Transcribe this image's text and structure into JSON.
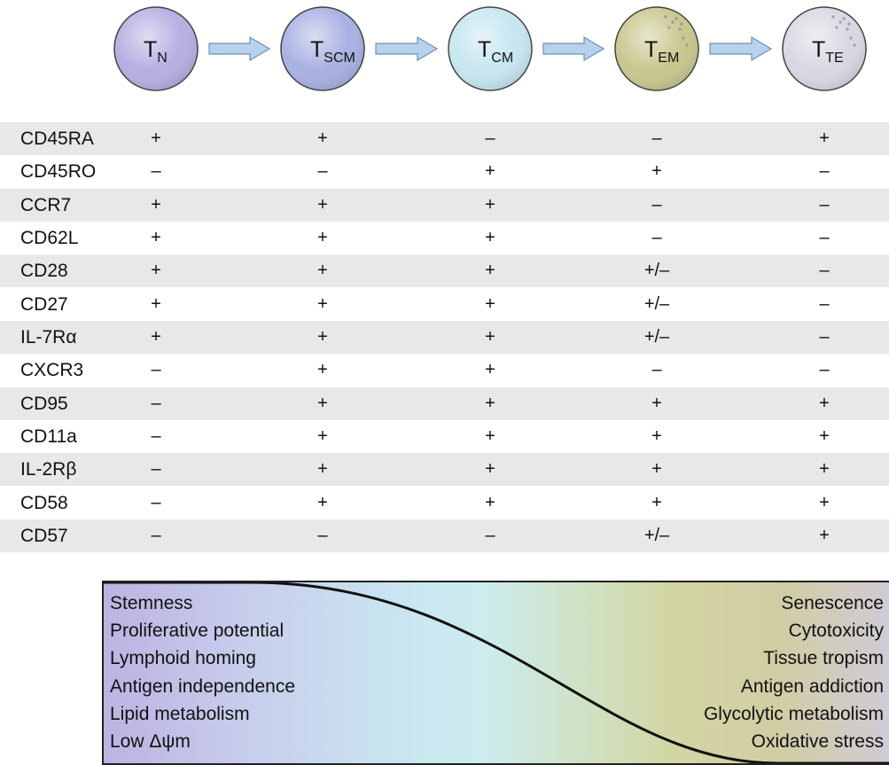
{
  "cells": [
    {
      "main": "T",
      "sub": "N",
      "fill": "#b9aee2"
    },
    {
      "main": "T",
      "sub": "SCM",
      "fill": "#a9b1e3"
    },
    {
      "main": "T",
      "sub": "CM",
      "fill": "#c6e6f0"
    },
    {
      "main": "T",
      "sub": "EM",
      "fill": "#c9c78f"
    },
    {
      "main": "T",
      "sub": "TE",
      "fill": "#d9d8e2"
    }
  ],
  "arrow_color": "#b7d2ec",
  "markers": [
    {
      "name": "CD45RA",
      "values": [
        "+",
        "+",
        "–",
        "–",
        "+"
      ]
    },
    {
      "name": "CD45RO",
      "values": [
        "–",
        "–",
        "+",
        "+",
        "–"
      ]
    },
    {
      "name": "CCR7",
      "values": [
        "+",
        "+",
        "+",
        "–",
        "–"
      ]
    },
    {
      "name": "CD62L",
      "values": [
        "+",
        "+",
        "+",
        "–",
        "–"
      ]
    },
    {
      "name": "CD28",
      "values": [
        "+",
        "+",
        "+",
        "+/–",
        "–"
      ]
    },
    {
      "name": "CD27",
      "values": [
        "+",
        "+",
        "+",
        "+/–",
        "–"
      ]
    },
    {
      "name": "IL-7Rα",
      "values": [
        "+",
        "+",
        "+",
        "+/–",
        "–"
      ]
    },
    {
      "name": "CXCR3",
      "values": [
        "–",
        "+",
        "+",
        "–",
        "–"
      ]
    },
    {
      "name": "CD95",
      "values": [
        "–",
        "+",
        "+",
        "+",
        "+"
      ]
    },
    {
      "name": "CD11a",
      "values": [
        "–",
        "+",
        "+",
        "+",
        "+"
      ]
    },
    {
      "name": "IL-2Rβ",
      "values": [
        "–",
        "+",
        "+",
        "+",
        "+"
      ]
    },
    {
      "name": "CD58",
      "values": [
        "–",
        "+",
        "+",
        "+",
        "+"
      ]
    },
    {
      "name": "CD57",
      "values": [
        "–",
        "–",
        "–",
        "+/–",
        "+"
      ]
    }
  ],
  "left_traits": [
    "Stemness",
    "Proliferative potential",
    "Lymphoid homing",
    "Antigen independence",
    "Lipid metabolism",
    "Low Δψm"
  ],
  "right_traits": [
    "Senescence",
    "Cytotoxicity",
    "Tissue tropism",
    "Antigen addiction",
    "Glycolytic metabolism",
    "Oxidative stress"
  ]
}
